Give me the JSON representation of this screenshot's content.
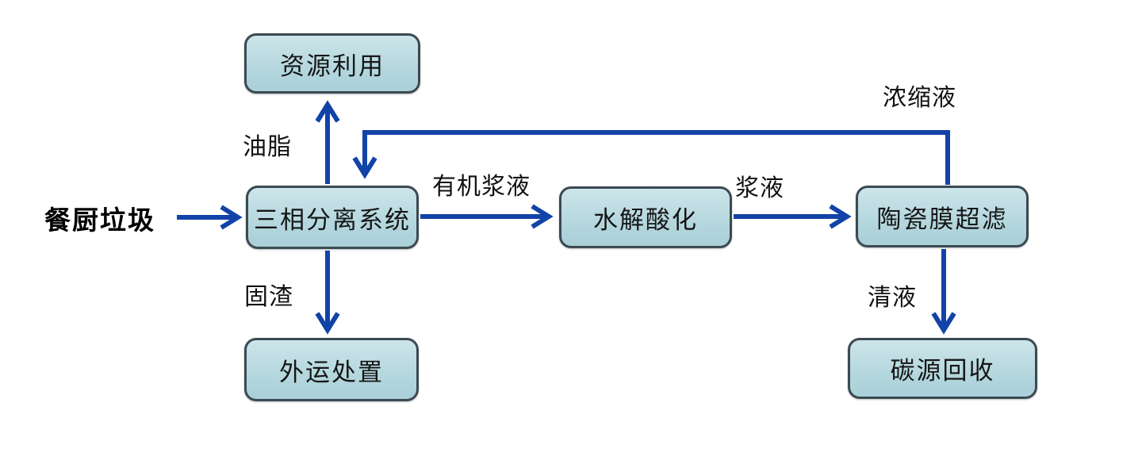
{
  "diagram": {
    "type": "flowchart",
    "background": "#ffffff",
    "colors": {
      "arrow": "#1243a8",
      "box_fill": "#b6d8df",
      "box_border": "#3b4a52",
      "text": "#161616"
    },
    "nodes": {
      "source": {
        "label": "餐厨垃圾"
      },
      "resource": {
        "label": "资源利用"
      },
      "three_phase": {
        "label": "三相分离系统"
      },
      "disposal": {
        "label": "外运处置"
      },
      "hydrolysis": {
        "label": "水解酸化"
      },
      "ceramic": {
        "label": "陶瓷膜超滤"
      },
      "carbon": {
        "label": "碳源回收"
      }
    },
    "edge_labels": {
      "oil": {
        "label": "油脂"
      },
      "solid_residue": {
        "label": "固渣"
      },
      "organic_slurry": {
        "label": "有机浆液"
      },
      "slurry": {
        "label": "浆液"
      },
      "concentrate": {
        "label": "浓缩液"
      },
      "clear_liquid": {
        "label": "清液"
      }
    },
    "edges": [
      {
        "from": "source",
        "to": "three_phase",
        "label": ""
      },
      {
        "from": "three_phase",
        "to": "resource",
        "label": "油脂"
      },
      {
        "from": "three_phase",
        "to": "disposal",
        "label": "固渣"
      },
      {
        "from": "three_phase",
        "to": "hydrolysis",
        "label": "有机浆液"
      },
      {
        "from": "hydrolysis",
        "to": "ceramic",
        "label": "浆液"
      },
      {
        "from": "ceramic",
        "to": "three_phase",
        "label": "浓缩液"
      },
      {
        "from": "ceramic",
        "to": "carbon",
        "label": "清液"
      }
    ]
  }
}
